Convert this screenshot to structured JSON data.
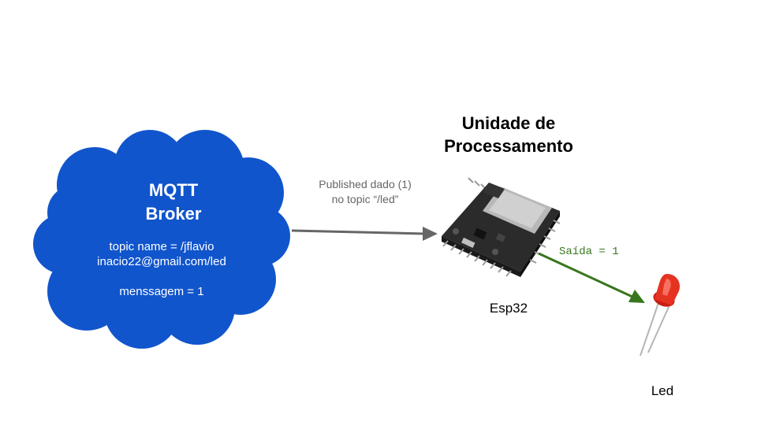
{
  "cloud": {
    "title_line1": "MQTT",
    "title_line2": "Broker",
    "topic_line1": "topic name = /jflavio",
    "topic_line2": "inacio22@gmail.com/led",
    "message": "menssagem = 1",
    "color": "#1155cc"
  },
  "processing_unit": {
    "title_line1": "Unidade de",
    "title_line2": "Processamento",
    "board_label": "Esp32"
  },
  "publish_arrow": {
    "label_line1": "Published dado (1)",
    "label_line2": "no topic “/led”",
    "color": "#666666"
  },
  "output_arrow": {
    "label": "Saída = 1",
    "color": "#38761d"
  },
  "led": {
    "label": "Led",
    "color": "#e53322"
  }
}
